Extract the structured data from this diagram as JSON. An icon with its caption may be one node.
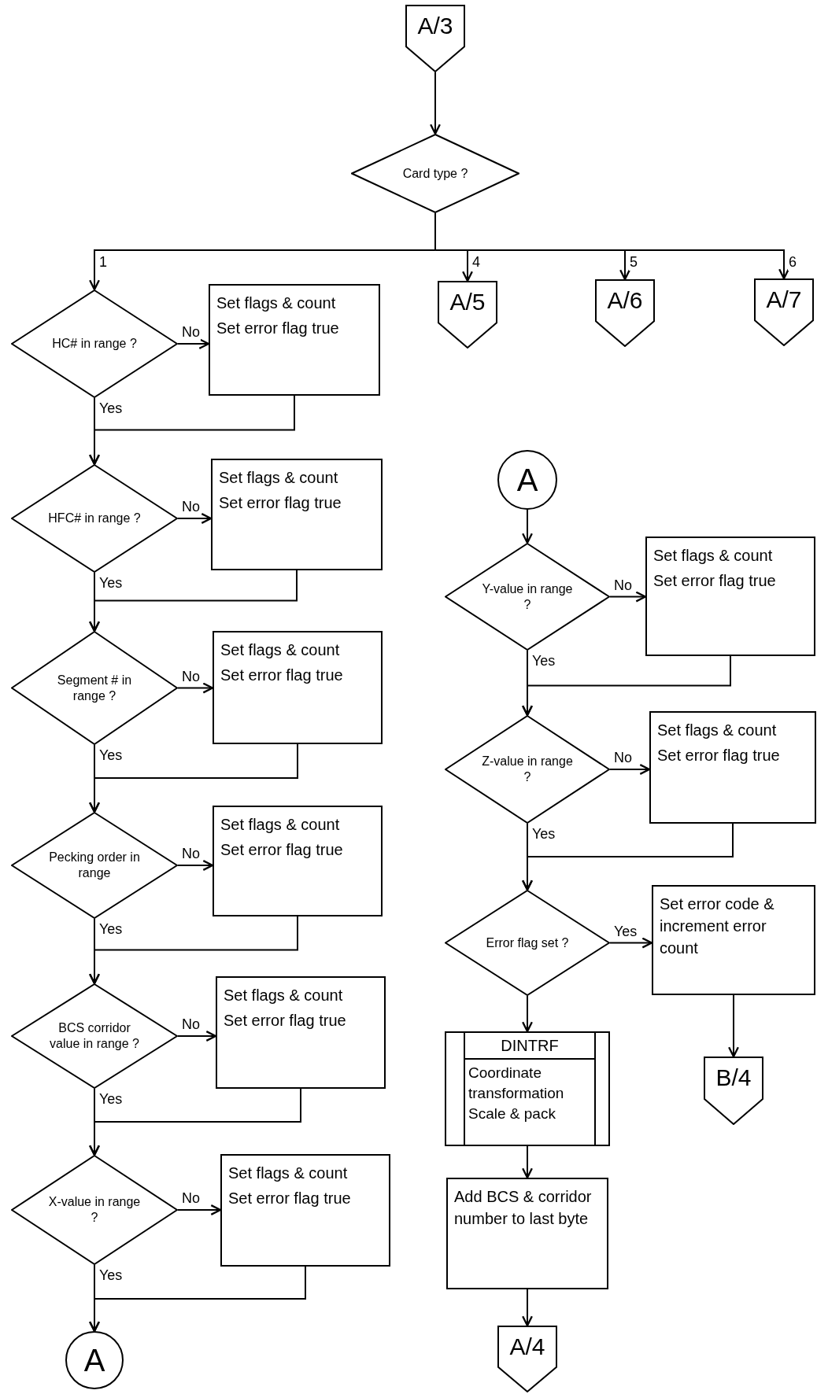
{
  "diagram": {
    "nodes": [
      {
        "text": [
          "A/3"
        ]
      },
      {
        "text": [
          "Card type ?"
        ]
      },
      {
        "text": [
          "A/5"
        ]
      },
      {
        "text": [
          "A/6"
        ]
      },
      {
        "text": [
          "A/7"
        ]
      },
      {
        "text": [
          "HC# in range ?"
        ]
      },
      {
        "text": [
          "Set flags & count",
          "Set error flag true"
        ]
      },
      {
        "text": [
          "HFC# in range ?"
        ]
      },
      {
        "text": [
          "Set flags & count",
          "Set error flag true"
        ]
      },
      {
        "text": [
          "Segment # in range ?"
        ]
      },
      {
        "text": [
          "Set flags & count",
          "Set error flag true"
        ]
      },
      {
        "text": [
          "Pecking order in range"
        ]
      },
      {
        "text": [
          "Set flags & count",
          "Set error flag true"
        ]
      },
      {
        "text": [
          "BCS corridor value in range ?"
        ]
      },
      {
        "text": [
          "Set flags & count",
          "Set error flag true"
        ]
      },
      {
        "text": [
          "X-value in range ?"
        ]
      },
      {
        "text": [
          "Set flags & count",
          "Set error flag true"
        ]
      },
      {
        "text": [
          "A"
        ]
      },
      {
        "text": [
          "A"
        ]
      },
      {
        "text": [
          "Y-value in range ?"
        ]
      },
      {
        "text": [
          "Set flags & count",
          "Set error flag true"
        ]
      },
      {
        "text": [
          "Z-value in range ?"
        ]
      },
      {
        "text": [
          "Set flags & count",
          "Set error flag true"
        ]
      },
      {
        "text": [
          "Error flag set ?"
        ]
      },
      {
        "text": [
          "Set error code & increment error count"
        ]
      },
      {
        "text": [
          "B/4"
        ]
      },
      {
        "text": [
          "DINTRF",
          "Coordinate transformation Scale & pack"
        ]
      },
      {
        "text": [
          "Add BCS & corridor number to last byte"
        ]
      },
      {
        "text": [
          "A/4"
        ]
      }
    ],
    "edges": [
      {
        "from": 0,
        "to": 1,
        "arrow": "to"
      },
      {
        "from": 1,
        "to": 5,
        "label": "1",
        "arrow": "to"
      },
      {
        "from": 1,
        "to": 2,
        "label": "4",
        "arrow": "to"
      },
      {
        "from": 1,
        "to": 3,
        "label": "5",
        "arrow": "to"
      },
      {
        "from": 1,
        "to": 4,
        "label": "6",
        "arrow": "to"
      },
      {
        "from": 5,
        "to": 6,
        "label": "No",
        "arrow": "to"
      },
      {
        "from": 5,
        "to": 7,
        "label": "Yes",
        "arrow": "to"
      },
      {
        "from": 6,
        "to": 7,
        "arrow": "to"
      },
      {
        "from": 7,
        "to": 8,
        "label": "No",
        "arrow": "to"
      },
      {
        "from": 7,
        "to": 9,
        "label": "Yes",
        "arrow": "to"
      },
      {
        "from": 8,
        "to": 9,
        "arrow": "to"
      },
      {
        "from": 9,
        "to": 10,
        "label": "No",
        "arrow": "to"
      },
      {
        "from": 9,
        "to": 11,
        "label": "Yes",
        "arrow": "to"
      },
      {
        "from": 10,
        "to": 11,
        "arrow": "to"
      },
      {
        "from": 11,
        "to": 12,
        "label": "No",
        "arrow": "to"
      },
      {
        "from": 11,
        "to": 13,
        "label": "Yes",
        "arrow": "to"
      },
      {
        "from": 12,
        "to": 13,
        "arrow": "to"
      },
      {
        "from": 13,
        "to": 14,
        "label": "No",
        "arrow": "to"
      },
      {
        "from": 13,
        "to": 15,
        "label": "Yes",
        "arrow": "to"
      },
      {
        "from": 14,
        "to": 15,
        "arrow": "to"
      },
      {
        "from": 15,
        "to": 16,
        "label": "No",
        "arrow": "to"
      },
      {
        "from": 15,
        "to": 17,
        "label": "Yes",
        "arrow": "to"
      },
      {
        "from": 16,
        "to": 17,
        "arrow": "to"
      },
      {
        "from": 18,
        "to": 19,
        "arrow": "to"
      },
      {
        "from": 19,
        "to": 20,
        "label": "No",
        "arrow": "to"
      },
      {
        "from": 19,
        "to": 21,
        "label": "Yes",
        "arrow": "to"
      },
      {
        "from": 20,
        "to": 21,
        "arrow": "to"
      },
      {
        "from": 21,
        "to": 22,
        "label": "No",
        "arrow": "to"
      },
      {
        "from": 21,
        "to": 23,
        "label": "Yes",
        "arrow": "to"
      },
      {
        "from": 22,
        "to": 23,
        "arrow": "to"
      },
      {
        "from": 23,
        "to": 24,
        "label": "Yes",
        "arrow": "to"
      },
      {
        "from": 24,
        "to": 25,
        "arrow": "to"
      },
      {
        "from": 23,
        "to": 26,
        "arrow": "to"
      },
      {
        "from": 26,
        "to": 27,
        "arrow": "to"
      },
      {
        "from": 27,
        "to": 28,
        "arrow": "to"
      }
    ]
  }
}
